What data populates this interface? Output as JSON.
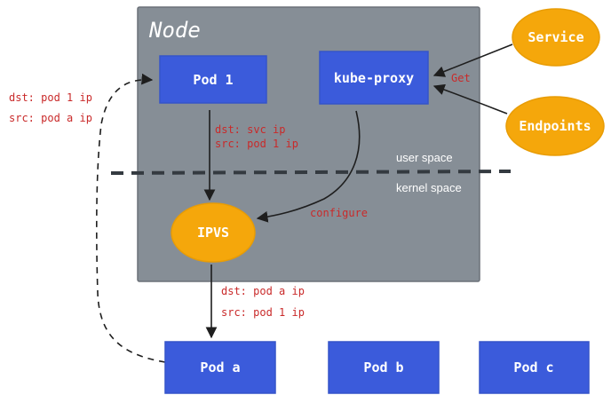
{
  "node": {
    "title": "Node"
  },
  "pods": {
    "pod1": "Pod 1",
    "kube_proxy": "kube-proxy",
    "pod_a": "Pod a",
    "pod_b": "Pod b",
    "pod_c": "Pod c"
  },
  "components": {
    "service": "Service",
    "endpoints": "Endpoints",
    "ipvs": "IPVS"
  },
  "spaces": {
    "user": "user space",
    "kernel": "kernel space"
  },
  "edge_labels": {
    "get": "Get",
    "configure": "configure",
    "pod1_to_ipvs_dst": "dst: svc ip",
    "pod1_to_ipvs_src": "src: pod 1 ip",
    "ipvs_to_poda_dst": "dst: pod a ip",
    "ipvs_to_poda_src": "src: pod 1 ip",
    "return_dst": "dst: pod 1 ip",
    "return_src": "src: pod a ip"
  },
  "colors": {
    "node_fill": "#868e96",
    "pod_fill": "#3b5bdb",
    "component_fill": "#f5a70b",
    "annotation": "#c92a2a"
  }
}
